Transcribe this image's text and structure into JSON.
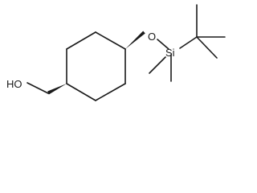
{
  "molecule": {
    "labels": {
      "hydroxyl": "HO",
      "ether_oxygen": "O",
      "silicon": "Si"
    },
    "colors": {
      "bond": "#1a1a1a",
      "background": "#ffffff"
    }
  }
}
